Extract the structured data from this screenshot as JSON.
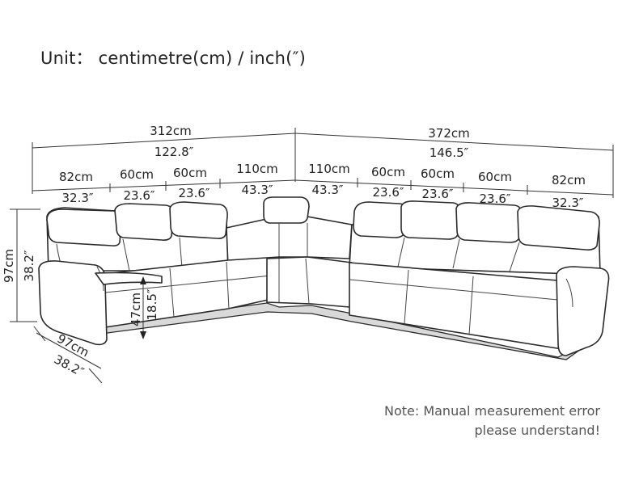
{
  "title": "Unit： centimetre(cm) / inch(″)",
  "dimensions": {
    "left_total_cm": "312cm",
    "left_total_in": "122.8″",
    "right_total_cm": "372cm",
    "right_total_in": "146.5″",
    "segments": [
      {
        "cm": "82cm",
        "in": "32.3″"
      },
      {
        "cm": "60cm",
        "in": "23.6″"
      },
      {
        "cm": "60cm",
        "in": "23.6″"
      },
      {
        "cm": "110cm",
        "in": "43.3″"
      },
      {
        "cm": "110cm",
        "in": "43.3″"
      },
      {
        "cm": "60cm",
        "in": "23.6″"
      },
      {
        "cm": "60cm",
        "in": "23.6″"
      },
      {
        "cm": "60cm",
        "in": "23.6″"
      },
      {
        "cm": "82cm",
        "in": "32.3″"
      }
    ],
    "height_cm": "97cm",
    "height_in": "38.2″",
    "depth_cm": "97cm",
    "depth_in": "38.2″",
    "seat_height_cm": "47cm",
    "seat_height_in": "18.5″"
  },
  "note": {
    "line1": "Note: Manual measurement error",
    "line2": "please understand!"
  }
}
